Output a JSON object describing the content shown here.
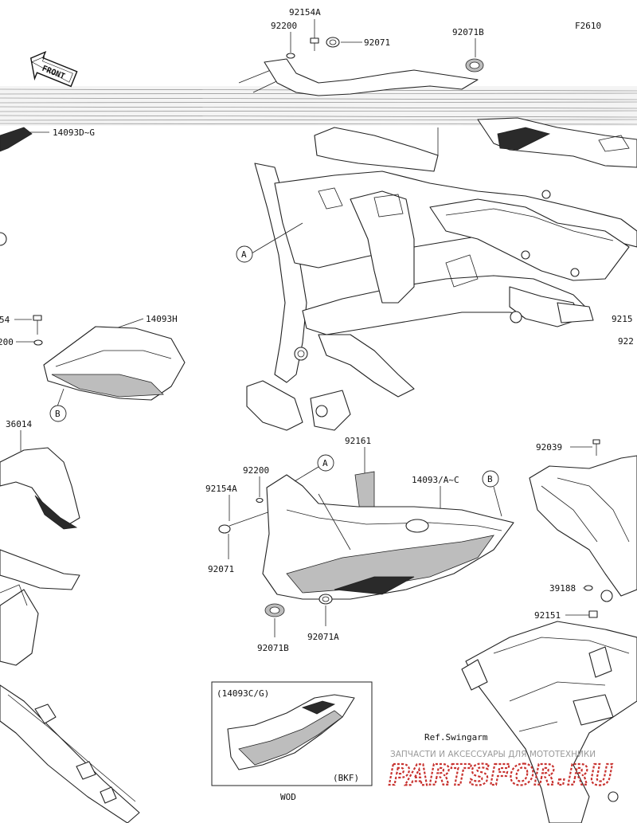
{
  "diagram": {
    "ref_code": "F2610",
    "front_label": "FRONT",
    "callouts": [
      {
        "id": "92154A",
        "text": "92154A"
      },
      {
        "id": "92200",
        "text": "92200"
      },
      {
        "id": "92071",
        "text": "92071"
      },
      {
        "id": "92071B",
        "text": "92071B"
      },
      {
        "id": "14093DG",
        "text": "14093D~G"
      },
      {
        "id": "14093H",
        "text": "14093H"
      },
      {
        "id": "p54",
        "text": "54"
      },
      {
        "id": "p200",
        "text": "200"
      },
      {
        "id": "36014",
        "text": "36014"
      },
      {
        "id": "p9215",
        "text": "9215"
      },
      {
        "id": "p922",
        "text": "922"
      },
      {
        "id": "92161",
        "text": "92161"
      },
      {
        "id": "92200b",
        "text": "92200"
      },
      {
        "id": "92154Ab",
        "text": "92154A"
      },
      {
        "id": "14093AC",
        "text": "14093/A~C"
      },
      {
        "id": "92071b",
        "text": "92071"
      },
      {
        "id": "92071Bb",
        "text": "92071B"
      },
      {
        "id": "92071A",
        "text": "92071A"
      },
      {
        "id": "92039",
        "text": "92039"
      },
      {
        "id": "39188",
        "text": "39188"
      },
      {
        "id": "92151",
        "text": "92151"
      },
      {
        "id": "ref_swingarm",
        "text": "Ref.Swingarm"
      }
    ],
    "ref_markers": {
      "a1": "A",
      "a2": "A",
      "b1": "B",
      "b2": "B"
    },
    "inset": {
      "title": "(14093C/G)",
      "variant": "(BKF)",
      "caption": "WOD"
    }
  },
  "watermark": {
    "subtitle": "ЗАПЧАСТИ И АКСЕССУАРЫ ДЛЯ МОТОТЕХНИКИ",
    "brand": "PARTSFOR.RU",
    "brand_color": "#c8322f"
  }
}
